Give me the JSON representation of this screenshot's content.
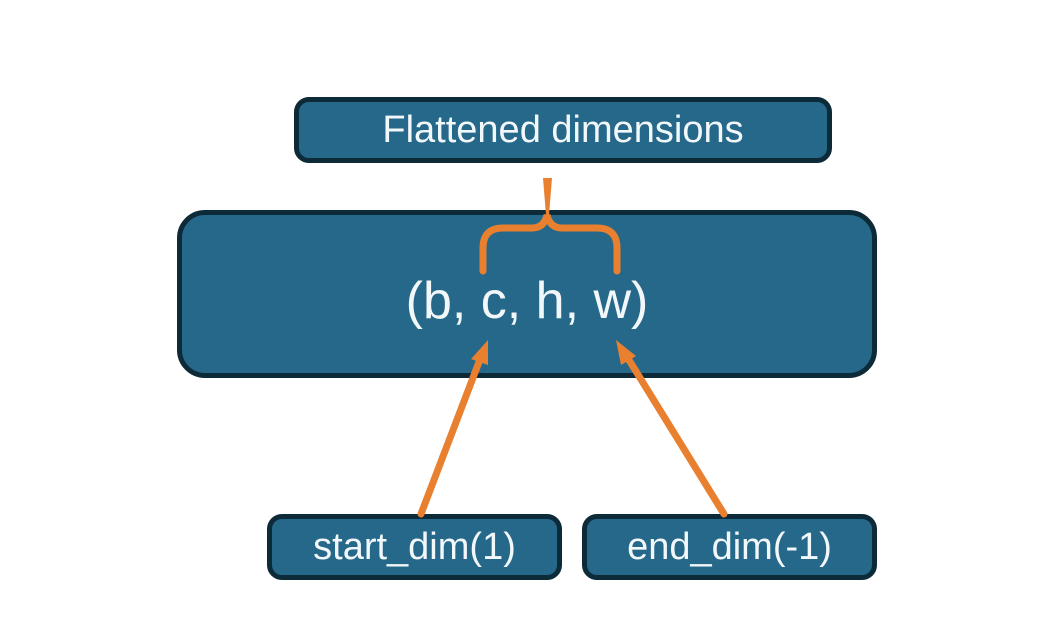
{
  "canvas": {
    "background": "#ffffff"
  },
  "colors": {
    "node_fill": "#26688a",
    "node_border": "#0d2a38",
    "node_text": "#f2f7fa",
    "connector": "#e8802f"
  },
  "nodes": {
    "flattened": {
      "label": "Flattened dimensions"
    },
    "shape_tuple": {
      "label": "(b, c, h, w)"
    },
    "start_dim": {
      "label": "start_dim(1)"
    },
    "end_dim": {
      "label": "end_dim(-1)"
    }
  }
}
